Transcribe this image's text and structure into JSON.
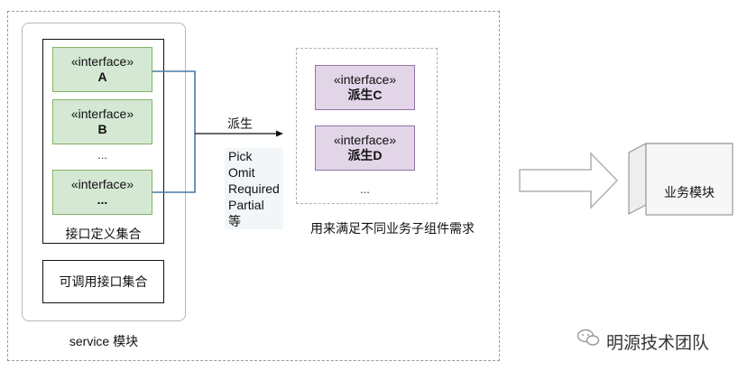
{
  "service_module": {
    "label": "service 模块",
    "definitions_group": {
      "label": "接口定义集合",
      "interfaces": [
        {
          "stereotype": "«interface»",
          "name": "A"
        },
        {
          "stereotype": "«interface»",
          "name": "B"
        },
        {
          "stereotype": "«interface»",
          "name": "..."
        }
      ],
      "ellipsis": "..."
    },
    "callable_group_label": "可调用接口集合"
  },
  "derive": {
    "arrow_label": "派生",
    "operations": [
      "Pick",
      "Omit",
      "Required",
      "Partial",
      "等"
    ]
  },
  "derived_group": {
    "interfaces": [
      {
        "stereotype": "«interface»",
        "name": "派生C"
      },
      {
        "stereotype": "«interface»",
        "name": "派生D"
      }
    ],
    "ellipsis": "...",
    "caption": "用来满足不同业务子组件需求"
  },
  "business_module": {
    "label": "业务模块"
  },
  "watermark": {
    "text": "明源技术团队"
  },
  "colors": {
    "interface_fill": "#d5e8d4",
    "interface_border": "#82b366",
    "derived_fill": "#e1d5e7",
    "derived_border": "#9673a6",
    "connector": "#4a78a8"
  }
}
